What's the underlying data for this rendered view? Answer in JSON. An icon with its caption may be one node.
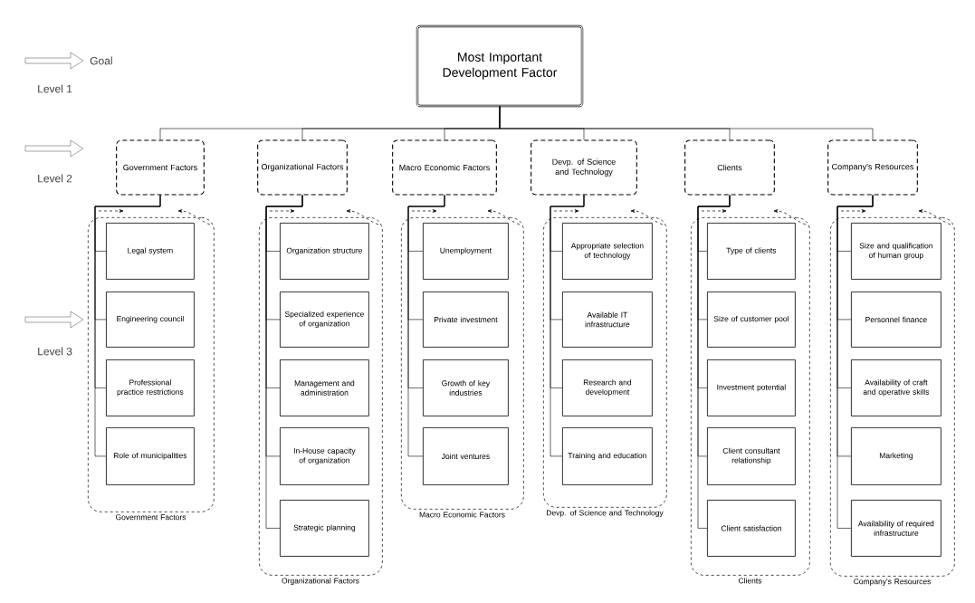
{
  "diagram": {
    "nodes": [
      {
        "text": [
          "Most Important Development Factor"
        ]
      },
      {
        "text": [
          "Government Factors"
        ]
      },
      {
        "text": [
          "Organizational Factors"
        ]
      },
      {
        "text": [
          "Macro Economic Factors"
        ]
      },
      {
        "text": [
          "Devp. of Science and Technology"
        ]
      },
      {
        "text": [
          "Clients"
        ]
      },
      {
        "text": [
          "Company's Resources"
        ]
      },
      {
        "text": [
          "Government Factors"
        ]
      },
      {
        "text": [
          "Legal system"
        ],
        "in": 7
      },
      {
        "text": [
          "Engineering council"
        ],
        "in": 7
      },
      {
        "text": [
          "Professional practice restrictions"
        ],
        "in": 7
      },
      {
        "text": [
          "Role of municipalities"
        ],
        "in": 7
      },
      {
        "text": [
          "Organizational Factors"
        ]
      },
      {
        "text": [
          "Organization structure"
        ],
        "in": 12
      },
      {
        "text": [
          "Specialized experience of organization"
        ],
        "in": 12
      },
      {
        "text": [
          "Management and administration"
        ],
        "in": 12
      },
      {
        "text": [
          "In-House capacity of organization"
        ],
        "in": 12
      },
      {
        "text": [
          "Strategic planning"
        ],
        "in": 12
      },
      {
        "text": [
          "Macro Economic Factors"
        ]
      },
      {
        "text": [
          "Unemployment"
        ],
        "in": 18
      },
      {
        "text": [
          "Private investment"
        ],
        "in": 18
      },
      {
        "text": [
          "Growth of key industries"
        ],
        "in": 18
      },
      {
        "text": [
          "Joint ventures"
        ],
        "in": 18
      },
      {
        "text": [
          "Devp. of Science and Technology"
        ]
      },
      {
        "text": [
          "Appropriate selection of technology"
        ],
        "in": 23
      },
      {
        "text": [
          "Available IT infrastructure"
        ],
        "in": 23
      },
      {
        "text": [
          "Research and development"
        ],
        "in": 23
      },
      {
        "text": [
          "Training and education"
        ],
        "in": 23
      },
      {
        "text": [
          "Clients"
        ]
      },
      {
        "text": [
          "Type of clients"
        ],
        "in": 28
      },
      {
        "text": [
          "Size of customer pool"
        ],
        "in": 28
      },
      {
        "text": [
          "Investment potential"
        ],
        "in": 28
      },
      {
        "text": [
          "Client consultant relationship"
        ],
        "in": 28
      },
      {
        "text": [
          "Client satisfaction"
        ],
        "in": 28
      },
      {
        "text": [
          "Company's Resources"
        ]
      },
      {
        "text": [
          "Size and qualification of human group"
        ],
        "in": 34
      },
      {
        "text": [
          "Personnel finance"
        ],
        "in": 34
      },
      {
        "text": [
          "Availability of craft and operative skills"
        ],
        "in": 34
      },
      {
        "text": [
          "Marketing"
        ],
        "in": 34
      },
      {
        "text": [
          "Availability of required infrastructure"
        ],
        "in": 34
      }
    ],
    "edges": [
      {
        "from": 0,
        "to": 1,
        "arrow": "none"
      },
      {
        "from": 0,
        "to": 2,
        "arrow": "none"
      },
      {
        "from": 0,
        "to": 3,
        "arrow": "none"
      },
      {
        "from": 0,
        "to": 4,
        "arrow": "none"
      },
      {
        "from": 0,
        "to": 5,
        "arrow": "none"
      },
      {
        "from": 0,
        "to": 6,
        "arrow": "none"
      },
      {
        "from": 1,
        "to": 8,
        "arrow": "none"
      },
      {
        "from": 1,
        "to": 9,
        "arrow": "none"
      },
      {
        "from": 1,
        "to": 10,
        "arrow": "none"
      },
      {
        "from": 1,
        "to": 11,
        "arrow": "none"
      },
      {
        "from": 2,
        "to": 13,
        "arrow": "none"
      },
      {
        "from": 2,
        "to": 14,
        "arrow": "none"
      },
      {
        "from": 2,
        "to": 15,
        "arrow": "none"
      },
      {
        "from": 2,
        "to": 16,
        "arrow": "none"
      },
      {
        "from": 2,
        "to": 17,
        "arrow": "none"
      },
      {
        "from": 3,
        "to": 19,
        "arrow": "none"
      },
      {
        "from": 3,
        "to": 20,
        "arrow": "none"
      },
      {
        "from": 3,
        "to": 21,
        "arrow": "none"
      },
      {
        "from": 3,
        "to": 22,
        "arrow": "none"
      },
      {
        "from": 4,
        "to": 24,
        "arrow": "none"
      },
      {
        "from": 4,
        "to": 25,
        "arrow": "none"
      },
      {
        "from": 4,
        "to": 26,
        "arrow": "none"
      },
      {
        "from": 4,
        "to": 27,
        "arrow": "none"
      },
      {
        "from": 5,
        "to": 29,
        "arrow": "none"
      },
      {
        "from": 5,
        "to": 30,
        "arrow": "none"
      },
      {
        "from": 5,
        "to": 31,
        "arrow": "none"
      },
      {
        "from": 5,
        "to": 32,
        "arrow": "none"
      },
      {
        "from": 5,
        "to": 33,
        "arrow": "none"
      },
      {
        "from": 6,
        "to": 35,
        "arrow": "none"
      },
      {
        "from": 6,
        "to": 36,
        "arrow": "none"
      },
      {
        "from": 6,
        "to": 37,
        "arrow": "none"
      },
      {
        "from": 6,
        "to": 38,
        "arrow": "none"
      },
      {
        "from": 6,
        "to": 39,
        "arrow": "none"
      }
    ],
    "labels": [
      "Goal",
      "Level 1",
      "Level 2",
      "Level 3"
    ]
  }
}
